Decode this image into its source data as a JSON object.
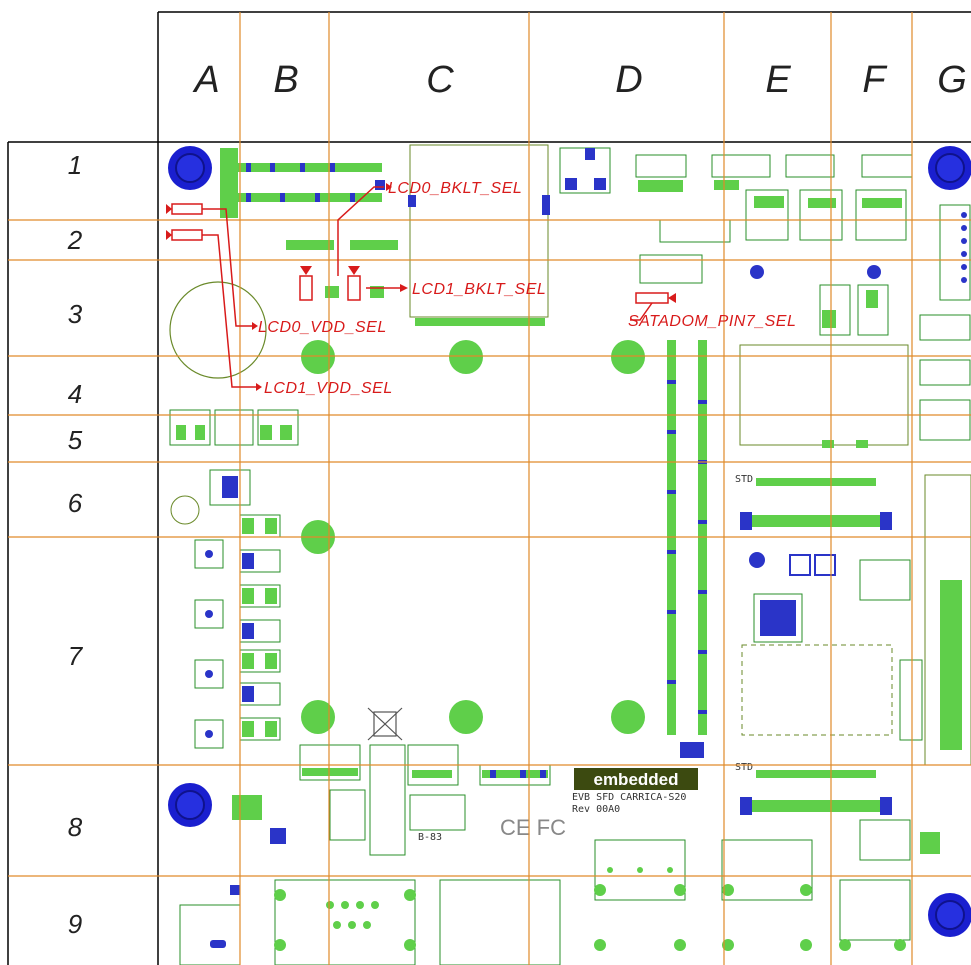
{
  "columns": [
    "A",
    "B",
    "C",
    "D",
    "E",
    "F",
    "G"
  ],
  "rows": [
    "1",
    "2",
    "3",
    "4",
    "5",
    "6",
    "7",
    "8",
    "9"
  ],
  "callouts": {
    "lcd0_bklt": "LCD0_BKLT_SEL",
    "lcd1_bklt": "LCD1_BKLT_SEL",
    "lcd0_vdd": "LCD0_VDD_SEL",
    "lcd1_vdd": "LCD1_VDD_SEL",
    "satadom": "SATADOM_PIN7_SEL"
  },
  "board": {
    "logo": "embedded",
    "silk_line1": "EVB SFD CARRICA-S20",
    "silk_line2": "Rev  00A0",
    "cert_mark": "CE FC",
    "std_label": "STD",
    "small_label": "B-83"
  },
  "colors": {
    "grid_line": "#e08a2a",
    "frame": "#000000",
    "callout": "#d81b1b",
    "mount_hole": "#1a1fcf",
    "pad": "#5fcf4a",
    "pad_dark": "#2a8f2a",
    "outline": "#6a8a2a",
    "via": "#2a34c8"
  }
}
